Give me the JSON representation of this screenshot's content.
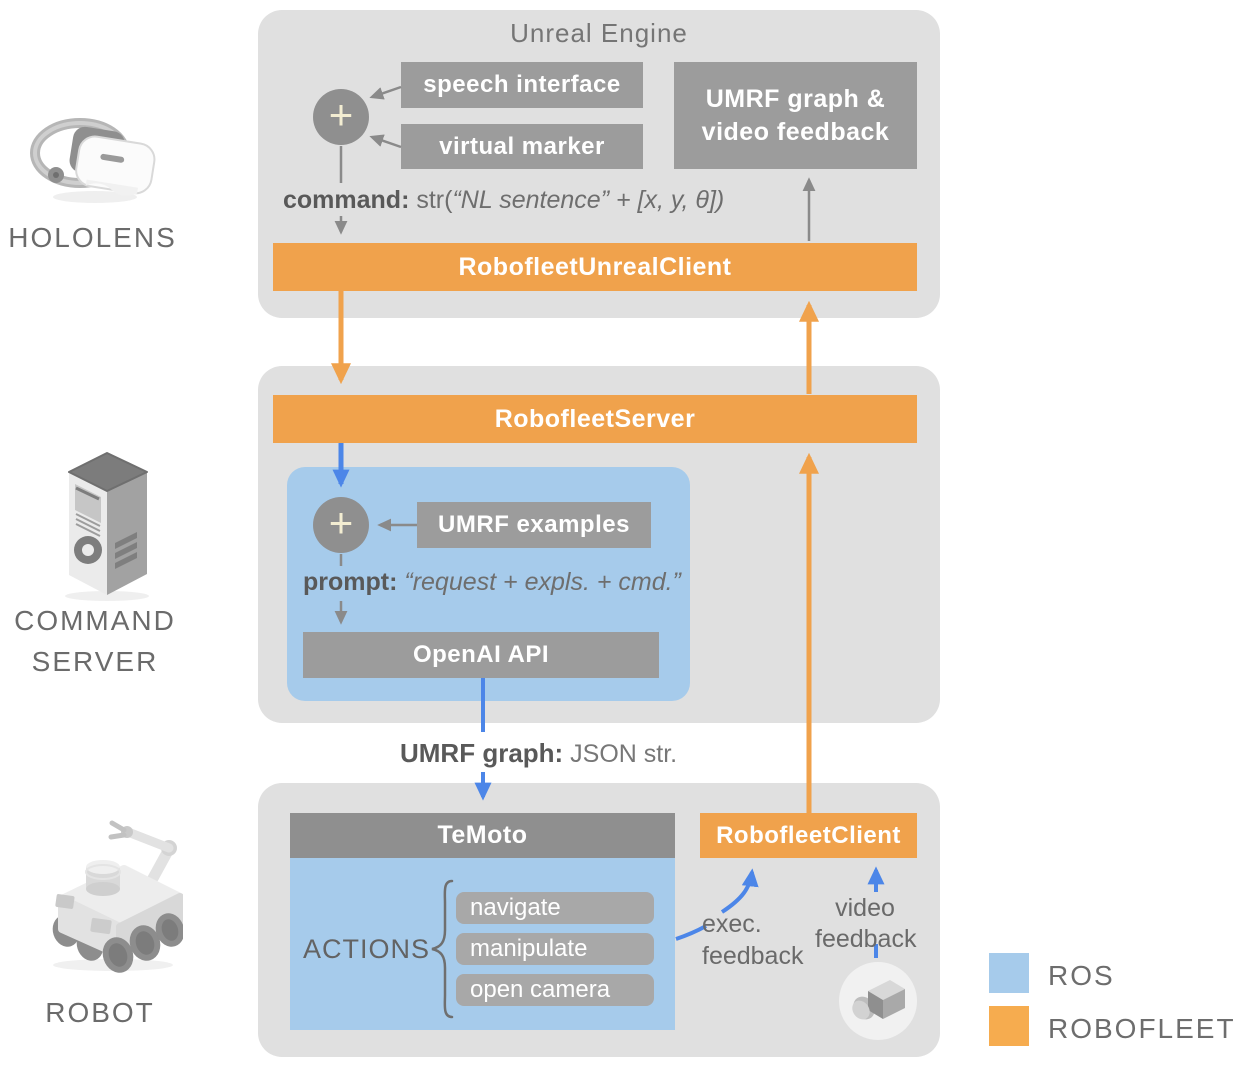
{
  "colors": {
    "ros_blue": "#a6cbeb",
    "robofleet_orange": "#f0a24c",
    "legend_orange": "#f6ac4f",
    "arrow_blue": "#4c86e8",
    "arrow_gray": "#8a8a8a",
    "panel_gray": "#e0e0e0",
    "box_gray": "#9c9c9c",
    "header_gray": "#8f8f8f",
    "text_gray": "#6e6e6e"
  },
  "side_labels": {
    "hololens": "HOLOLENS",
    "command_server_line1": "COMMAND",
    "command_server_line2": "SERVER",
    "robot": "ROBOT"
  },
  "unreal": {
    "title": "Unreal Engine",
    "plus": "+",
    "speech_interface": "speech interface",
    "virtual_marker": "virtual marker",
    "umrf_feedback_line1": "UMRF graph &",
    "umrf_feedback_line2": "video feedback",
    "command_label": "command:",
    "command_fn": "str(",
    "command_italic": "“NL sentence” + [x, y, θ])",
    "robofleet_unreal_client": "RobofleetUnrealClient"
  },
  "server": {
    "robofleet_server": "RobofleetServer",
    "plus": "+",
    "umrf_examples": "UMRF examples",
    "prompt_label": "prompt:",
    "prompt_italic": "“request + expls. + cmd.”",
    "openai_api": "OpenAI API"
  },
  "umrf_graph_label": {
    "bold": "UMRF graph:",
    "regular": "JSON str."
  },
  "robot": {
    "temoto": "TeMoto",
    "actions_label": "ACTIONS",
    "actions": [
      "navigate",
      "manipulate",
      "open camera"
    ],
    "robofleet_client": "RobofleetClient",
    "exec_feedback_line1": "exec.",
    "exec_feedback_line2": "feedback",
    "video_feedback_line1": "video",
    "video_feedback_line2": "feedback"
  },
  "legend": {
    "items": [
      {
        "label": "ROS",
        "color": "#a6cbeb"
      },
      {
        "label": "ROBOFLEET",
        "color": "#f6ac4f"
      }
    ]
  }
}
